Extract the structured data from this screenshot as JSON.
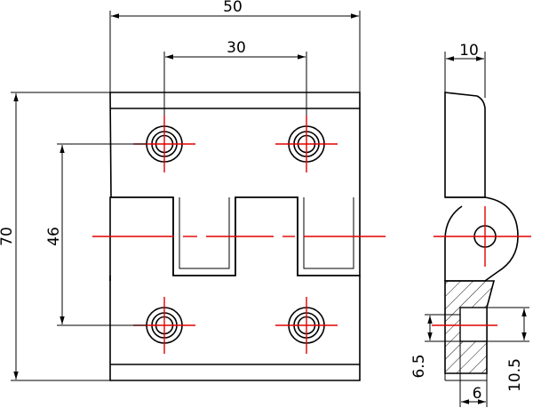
{
  "drawing": {
    "colors": {
      "outline": "#000000",
      "centerline": "#e00000",
      "background": "#ffffff"
    },
    "dimensions": {
      "overall_width": "50",
      "hole_spacing_x": "30",
      "overall_height": "70",
      "hole_spacing_y": "46",
      "thickness": "10",
      "pin_offset": "6.5",
      "pin_height": "10.5",
      "pin_width": "6"
    }
  }
}
